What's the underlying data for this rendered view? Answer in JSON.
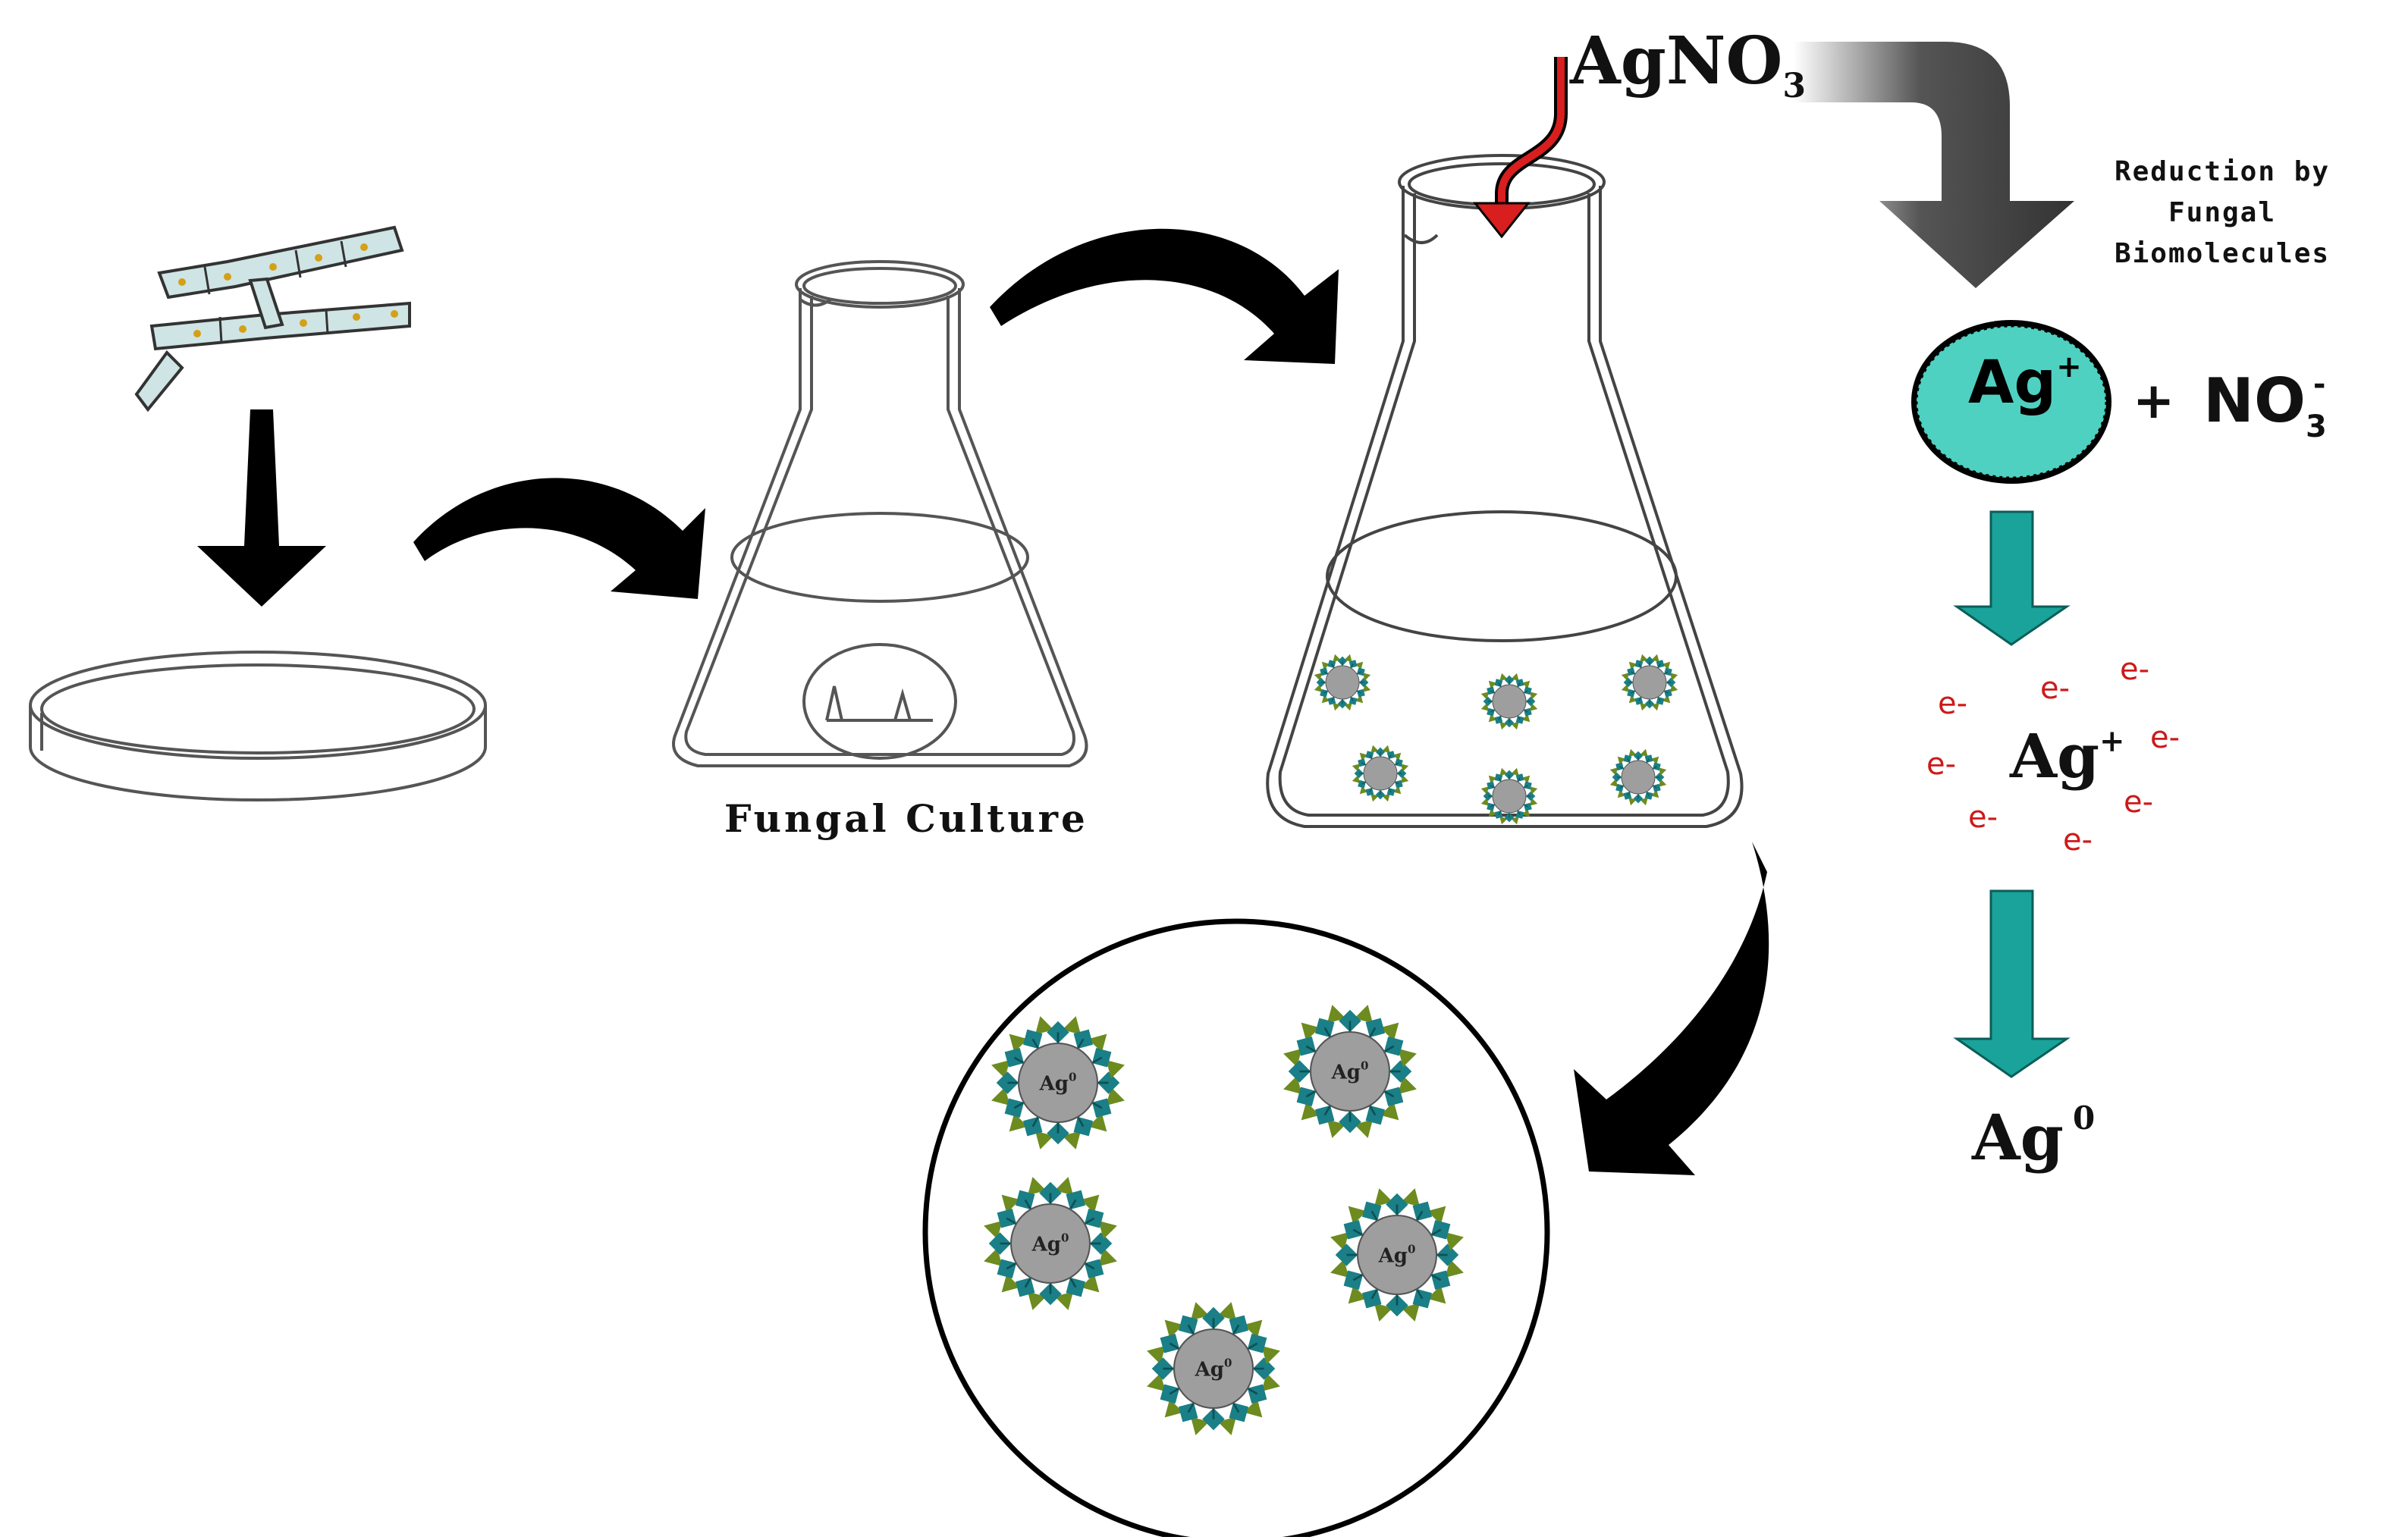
{
  "labels": {
    "fungal_culture": "Fungal Culture",
    "reagent_base": "AgNO",
    "reagent_sub": "3",
    "reduction_line1": "Reduction by",
    "reduction_line2": "Fungal",
    "reduction_line3": "Biomolecules",
    "silver_ion_base": "Ag",
    "silver_ion_charge": "+",
    "plus_sign": "+",
    "nitrate_base": "NO",
    "nitrate_sub": "3",
    "nitrate_charge": "-",
    "mid_ion_base": "Ag",
    "mid_ion_charge": "+",
    "final_base": "Ag",
    "final_charge": "0",
    "electron": "e-",
    "np_base": "Ag",
    "np_charge": "0"
  },
  "colors": {
    "outline": "#333333",
    "arrow_black": "#000000",
    "arrow_dark": "#333333",
    "teal_arrow": "#1aa39a",
    "ion_fill": "#4fd1c2",
    "red_arrow": "#d81e1e",
    "electron_red": "#cc1a1a",
    "core_gray": "#9e9e9e",
    "cap_teal": "#1a7f86",
    "cap_olive": "#6d8b1e",
    "hypha_fill": "#cfe4e4"
  }
}
